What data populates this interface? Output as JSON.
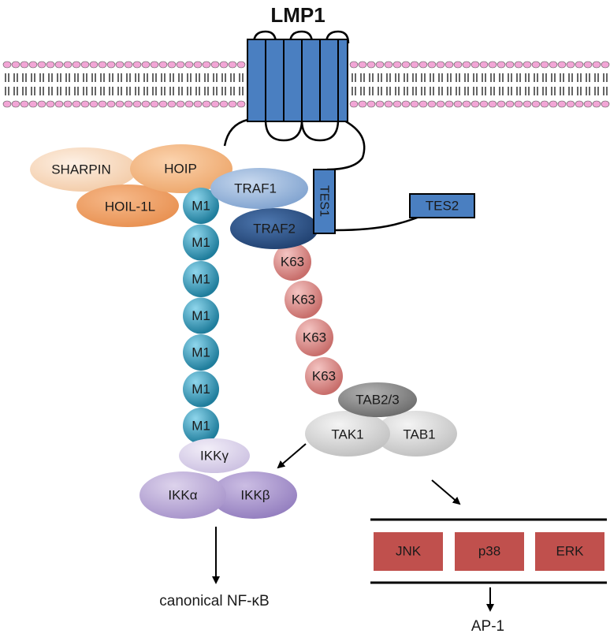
{
  "title": "LMP1",
  "proteins": {
    "sharpin": "SHARPIN",
    "hoip": "HOIP",
    "hoil": "HOIL-1L",
    "traf1": "TRAF1",
    "traf2": "TRAF2",
    "tes1": "TES1",
    "tes2": "TES2",
    "tab23": "TAB2/3",
    "tak1": "TAK1",
    "tab1": "TAB1",
    "ikkg": "IKKγ",
    "ikka": "IKKα",
    "ikkb": "IKKβ"
  },
  "m1_chain": [
    "M1",
    "M1",
    "M1",
    "M1",
    "M1",
    "M1",
    "M1"
  ],
  "k63_chain": [
    "K63",
    "K63",
    "K63",
    "K63"
  ],
  "mapk": [
    "JNK",
    "p38",
    "ERK"
  ],
  "outputs": {
    "nfkb": "canonical NF-κB",
    "ap1": "AP-1"
  },
  "colors": {
    "membrane_head": "#f2a6d6",
    "lmp1_blue": "#4a7fc1",
    "m1_teal": "#3a9fbf",
    "k63_pink": "#d88a8a",
    "mapk_red": "#c0504d"
  }
}
